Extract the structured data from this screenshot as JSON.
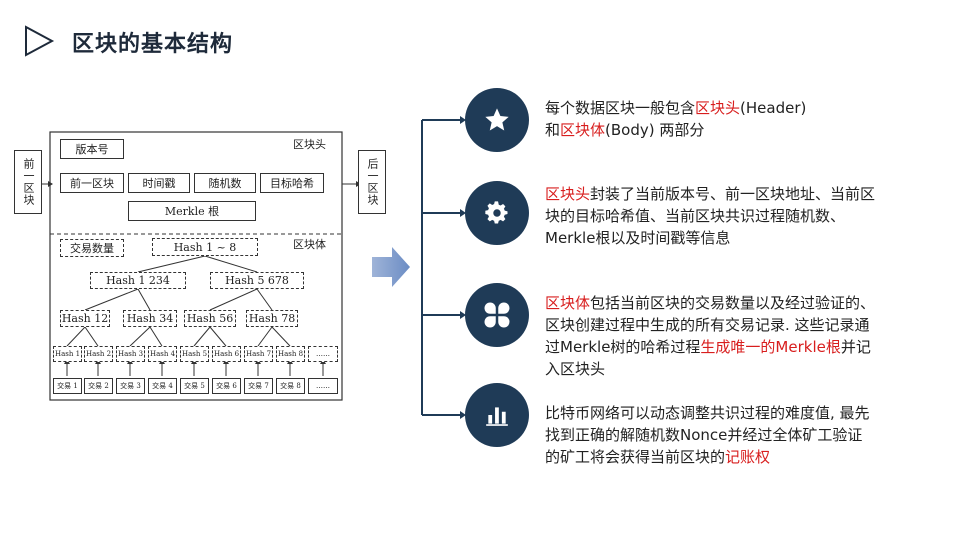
{
  "title": "区块的基本结构",
  "diagram": {
    "header_tag": "区块头",
    "body_tag": "区块体",
    "version": "版本号",
    "prev_block": "前一区块",
    "timestamp": "时间戳",
    "nonce": "随机数",
    "target_hash": "目标哈希",
    "merkle_root": "Merkle 根",
    "tx_count": "交易数量",
    "prev_side": "前一区块",
    "next_side": "后一区块",
    "hash_1_8": "Hash 1 ~ 8",
    "hash_1234": "Hash 1 234",
    "hash_5678": "Hash 5 678",
    "hash_12": "Hash 12",
    "hash_34": "Hash 34",
    "hash_56": "Hash 56",
    "hash_78": "Hash 78",
    "leaf_hashes": [
      "Hash 1",
      "Hash 2",
      "Hash 3",
      "Hash 4",
      "Hash 5",
      "Hash 6",
      "Hash 7",
      "Hash 8",
      "……"
    ],
    "transactions": [
      "交易 1",
      "交易 2",
      "交易 3",
      "交易 4",
      "交易 5",
      "交易 6",
      "交易 7",
      "交易 8",
      "……"
    ]
  },
  "items": [
    {
      "icon": "star-icon",
      "lines": [
        [
          {
            "t": "每个数据区块一般包含"
          },
          {
            "t": "区块头",
            "hl": true
          },
          {
            "t": "(Header)"
          }
        ],
        [
          {
            "t": "和"
          },
          {
            "t": "区块体",
            "hl": true
          },
          {
            "t": "(Body) 两部分"
          }
        ]
      ]
    },
    {
      "icon": "gear-icon",
      "lines": [
        [
          {
            "t": "区块头",
            "hl": true
          },
          {
            "t": "封装了当前版本号、前一区块地址、当前区"
          }
        ],
        [
          {
            "t": "块的目标哈希值、当前区块共识过程随机数、"
          }
        ],
        [
          {
            "t": "Merkle根以及时间戳等信息"
          }
        ]
      ]
    },
    {
      "icon": "clover-icon",
      "lines": [
        [
          {
            "t": "区块体",
            "hl": true
          },
          {
            "t": "包括当前区块的交易数量以及经过验证的、"
          }
        ],
        [
          {
            "t": "区块创建过程中生成的所有交易记录. 这些记录通"
          }
        ],
        [
          {
            "t": "过Merkle树的哈希过程"
          },
          {
            "t": "生成唯一的Merkle根",
            "hl": true
          },
          {
            "t": "并记"
          }
        ],
        [
          {
            "t": "入区块头"
          }
        ]
      ]
    },
    {
      "icon": "bar-chart-icon",
      "lines": [
        [
          {
            "t": "比特币网络可以动态调整共识过程的难度值, 最先"
          }
        ],
        [
          {
            "t": "找到正确的解随机数Nonce并经过全体矿工验证"
          }
        ],
        [
          {
            "t": "的矿工将会获得当前区块的"
          },
          {
            "t": "记账权",
            "hl": true
          }
        ]
      ]
    }
  ]
}
